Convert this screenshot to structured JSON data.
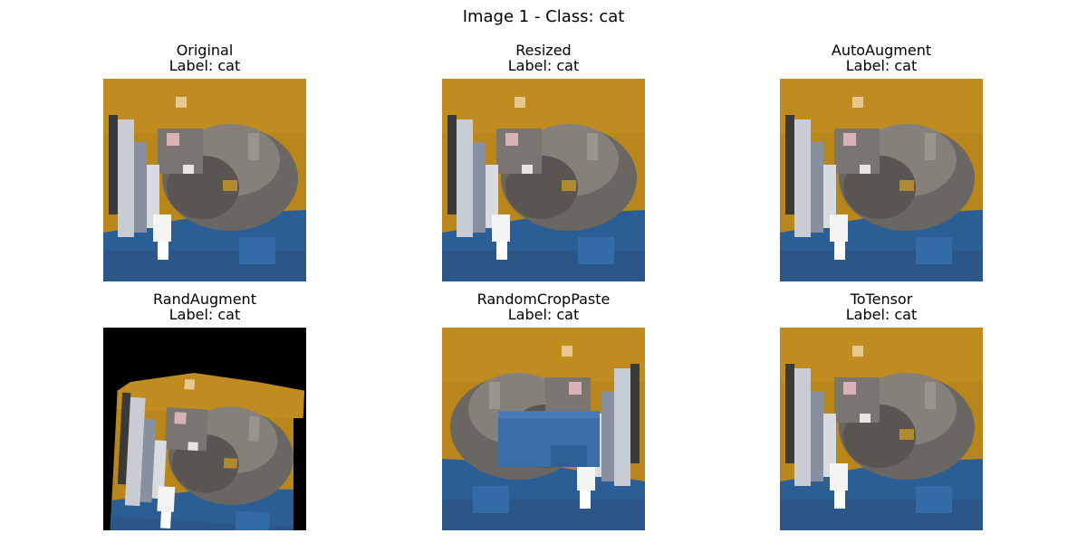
{
  "figure": {
    "title": "Image 1 - Class: cat"
  },
  "panels": [
    {
      "name": "Original",
      "label": "Label: cat"
    },
    {
      "name": "Resized",
      "label": "Label: cat"
    },
    {
      "name": "AutoAugment",
      "label": "Label: cat"
    },
    {
      "name": "RandAugment",
      "label": "Label: cat"
    },
    {
      "name": "RandomCropPaste",
      "label": "Label: cat"
    },
    {
      "name": "ToTensor",
      "label": "Label: cat"
    }
  ]
}
